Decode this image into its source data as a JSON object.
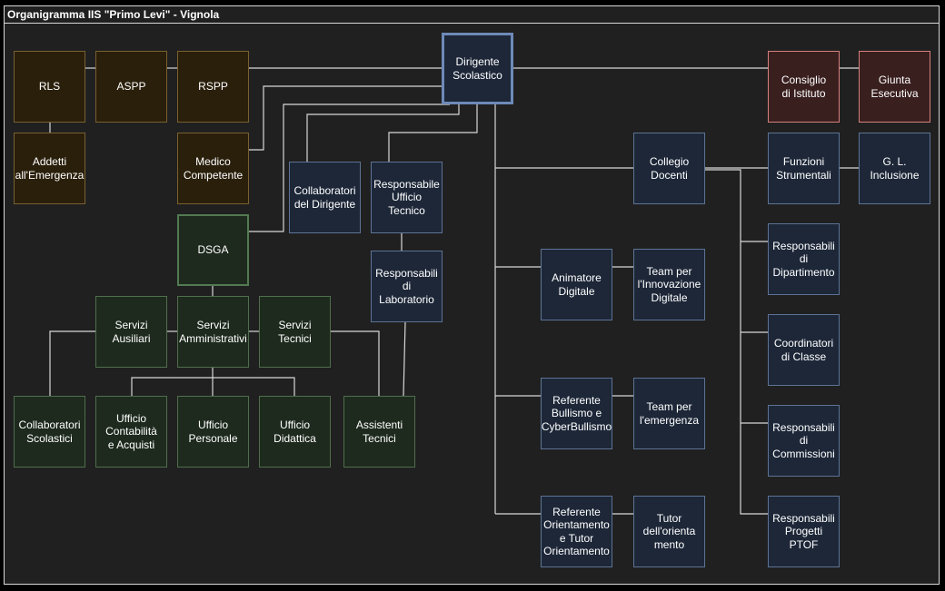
{
  "title": "Organigramma IIS \"Primo Levi\" - Vignola",
  "nodes": {
    "rls": "RLS",
    "aspp": "ASPP",
    "rspp": "RSPP",
    "dirigente": "Dirigente Scolastico",
    "consiglio": "Consiglio di Istituto",
    "giunta": "Giunta Esecutiva",
    "addetti": "Addetti all'Emergenza",
    "medico": "Medico Competente",
    "collaboratori_dirigente": "Collaboratori del Dirigente",
    "resp_ufficio_tecnico": "Responsabile Ufficio Tecnico",
    "collegio": "Collegio Docenti",
    "funzioni": "Funzioni Strumentali",
    "gl_inclusione": "G. L. Inclusione",
    "dsga": "DSGA",
    "resp_laboratorio": "Responsabili di Laboratorio",
    "animatore": "Animatore Digitale",
    "team_innovazione": "Team per l'Innovazione Digitale",
    "resp_dipartimento": "Responsabili di Dipartimento",
    "servizi_ausiliari": "Servizi Ausiliari",
    "servizi_amministrativi": "Servizi Amministrativi",
    "servizi_tecnici": "Servizi Tecnici",
    "coordinatori": "Coordinatori di Classe",
    "ref_bullismo": "Referente Bullismo e CyberBullismo",
    "team_emergenza": "Team per l'emergenza",
    "collaboratori_scolastici": "Collaboratori Scolastici",
    "ufficio_contabilita": "Ufficio Contabilità e Acquisti",
    "ufficio_personale": "Ufficio Personale",
    "ufficio_didattica": "Ufficio Didattica",
    "assistenti_tecnici": "Assistenti Tecnici",
    "resp_commissioni": "Responsabili di Commissioni",
    "ref_orientamento": "Referente Orientamento e Tutor Orientamento",
    "tutor_orientamento": "Tutor dell'orienta mento",
    "resp_ptof": "Responsabili Progetti PTOF"
  },
  "colors": {
    "sicurezza": "#2a1f0b",
    "docenti": "#1d2738",
    "ata": "#1e2a1e",
    "istituto": "#3a1f1f"
  }
}
